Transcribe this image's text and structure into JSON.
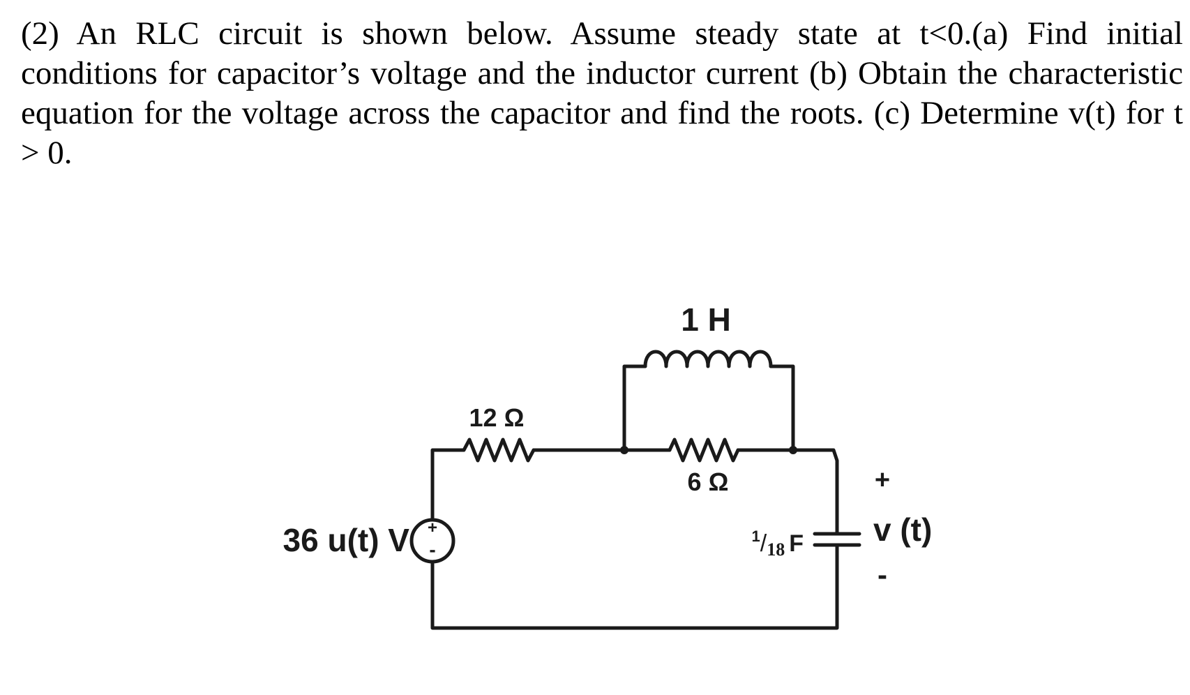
{
  "problem": {
    "text": "(2) An RLC circuit is shown below. Assume steady state at t<0.(a) Find initial conditions for capacitor’s voltage and the inductor current (b) Obtain the characteristic equation for the voltage across the capacitor and find the roots. (c) Determine v(t) for t > 0."
  },
  "circuit": {
    "source_label": "36 u(t) V",
    "source_plus": "+",
    "source_minus": "-",
    "r1_label": "12 Ω",
    "inductor_label": "1 H",
    "r2_label": "6 Ω",
    "cap_label_num": "1",
    "cap_label_den": "18",
    "cap_label_unit": "F",
    "v_plus": "+",
    "v_label": "v (t)",
    "v_minus": "-"
  }
}
